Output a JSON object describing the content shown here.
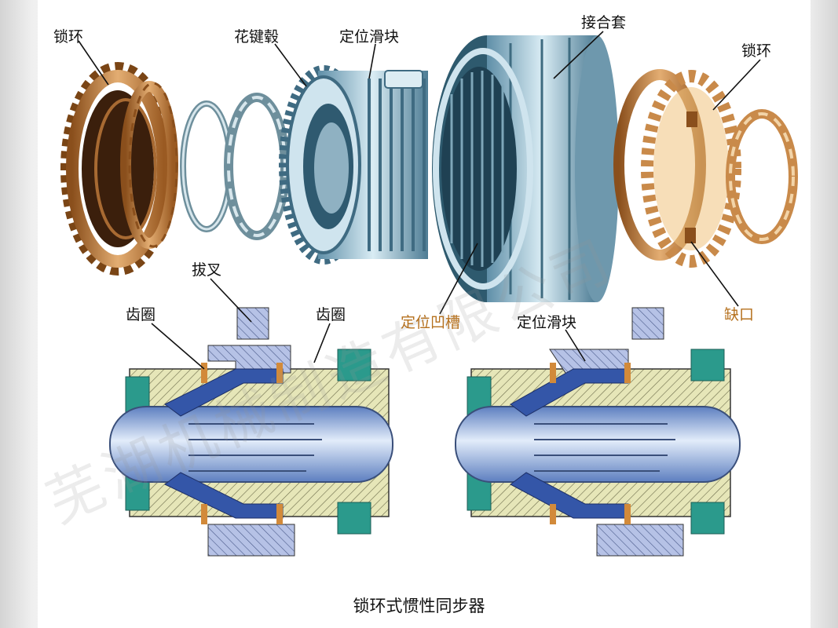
{
  "labels": {
    "lock_ring_left": "锁环",
    "spline_hub": "花键毂",
    "locating_slider_top": "定位滑块",
    "engagement_sleeve": "接合套",
    "lock_ring_right": "锁环",
    "shift_fork": "拔叉",
    "gear_ring_left": "齿圈",
    "gear_ring_right": "齿圈",
    "locating_groove": "定位凹槽",
    "locating_slider_bottom": "定位滑块",
    "notch": "缺口"
  },
  "caption": "锁环式惯性同步器",
  "watermark": "芜湖机械制造有限公司",
  "colors": {
    "bronze": "#c98a4a",
    "steel": "#9fc4d8",
    "hatch_fill": "#e6e6b8",
    "teal": "#2b9a8c",
    "shaft_blue": "#8fb3e6",
    "label_orange": "#b5701d"
  }
}
